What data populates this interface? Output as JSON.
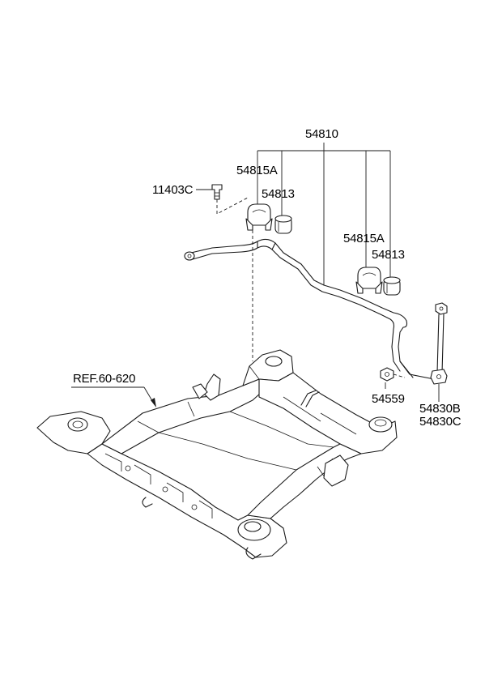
{
  "labels": {
    "stabilizer_bar": "54810",
    "bracket_left": "54815A",
    "bushing_left": "54813",
    "bolt": "11403C",
    "bracket_right": "54815A",
    "bushing_right": "54813",
    "nut": "54559",
    "link_b": "54830B",
    "link_c": "54830C",
    "reference": "REF.60-620"
  }
}
